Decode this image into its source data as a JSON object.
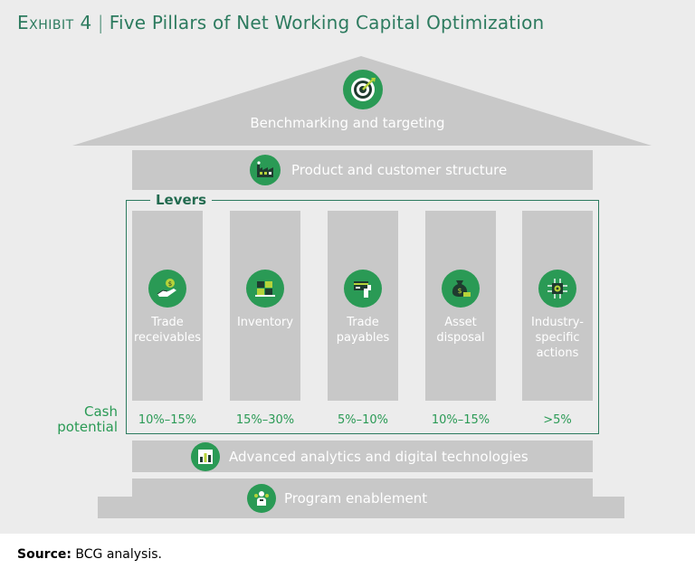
{
  "exhibit": {
    "number_label": "Exhibit 4",
    "title": "Five Pillars of Net Working Capital Optimization"
  },
  "roof": {
    "label": "Benchmarking and targeting",
    "icon": "target-icon"
  },
  "top_bar": {
    "label": "Product and customer structure",
    "icon": "factory-icon"
  },
  "levers": {
    "label": "Levers",
    "cash_potential_label": "Cash\npotential",
    "items": [
      {
        "label": "Trade\nreceivables",
        "cash": "10%–15%",
        "icon": "hand-coin-icon"
      },
      {
        "label": "Inventory",
        "cash": "15%–30%",
        "icon": "boxes-icon"
      },
      {
        "label": "Trade\npayables",
        "cash": "5%–10%",
        "icon": "card-hand-icon"
      },
      {
        "label": "Asset\ndisposal",
        "cash": "10%–15%",
        "icon": "money-bag-icon"
      },
      {
        "label": "Industry-\nspecific\nactions",
        "cash": ">5%",
        "icon": "gear-chip-icon"
      }
    ]
  },
  "bottom_bar": {
    "label": "Advanced analytics and digital technologies",
    "icon": "bar-chart-icon"
  },
  "base": {
    "label": "Program enablement",
    "icon": "people-icon"
  },
  "source": {
    "prefix": "Source:",
    "text": "BCG analysis."
  },
  "colors": {
    "title_green": "#2d7b5f",
    "icon_green": "#2a9a55",
    "pillar_grey": "#c8c8c8",
    "panel_grey": "#ececec"
  }
}
